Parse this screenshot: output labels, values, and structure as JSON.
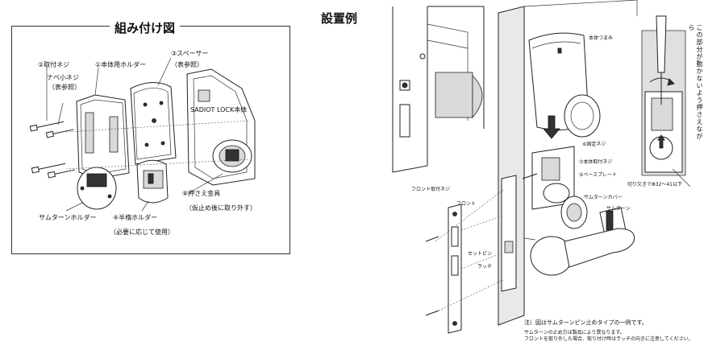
{
  "assembly": {
    "title": "組み付け図",
    "labels": {
      "mount_screw": "②取付ネジ",
      "pan_head": "ナベ小ネジ",
      "pan_head_ref": "（表参照）",
      "holder": "①本体用ホルダー",
      "spacer": "③スペーサー",
      "spacer_ref": "（表参照）",
      "body": "SADIOT LOCK本体",
      "thumbturn_holder": "サムターンホルダー",
      "half_moon": "④半楕ホルダー",
      "half_moon_note": "（必要に応じて使用）",
      "press_fitting": "⑧押さえ金具",
      "press_fitting_note": "（仮止め後に取り外す）"
    }
  },
  "installation": {
    "title": "設置例",
    "labels": {
      "body_knob": "本体つまみ",
      "fix_screw": "⑥固定ネジ",
      "mount_screw": "⑦本体取付ネジ",
      "base_plate": "⑤ベースプレート",
      "cutout": "切り欠きでΦ32～41以下",
      "front_screw": "フロント取付ネジ",
      "front": "フロント",
      "set_pin": "セットピン",
      "latch": "ラッチ",
      "thumbturn_cover": "サムターンカバー",
      "thumbturn": "サムターン",
      "vertical_note": "この部分が動かないよう押さえながら"
    },
    "notes": {
      "n1": "注）図はサムターンピン止めタイプの一例です。",
      "n2": "サムターンの止め方は製品により異なります。",
      "n3": "フロントを取り外した場合、取り付け時はラッチの向きに注意してください。"
    }
  }
}
